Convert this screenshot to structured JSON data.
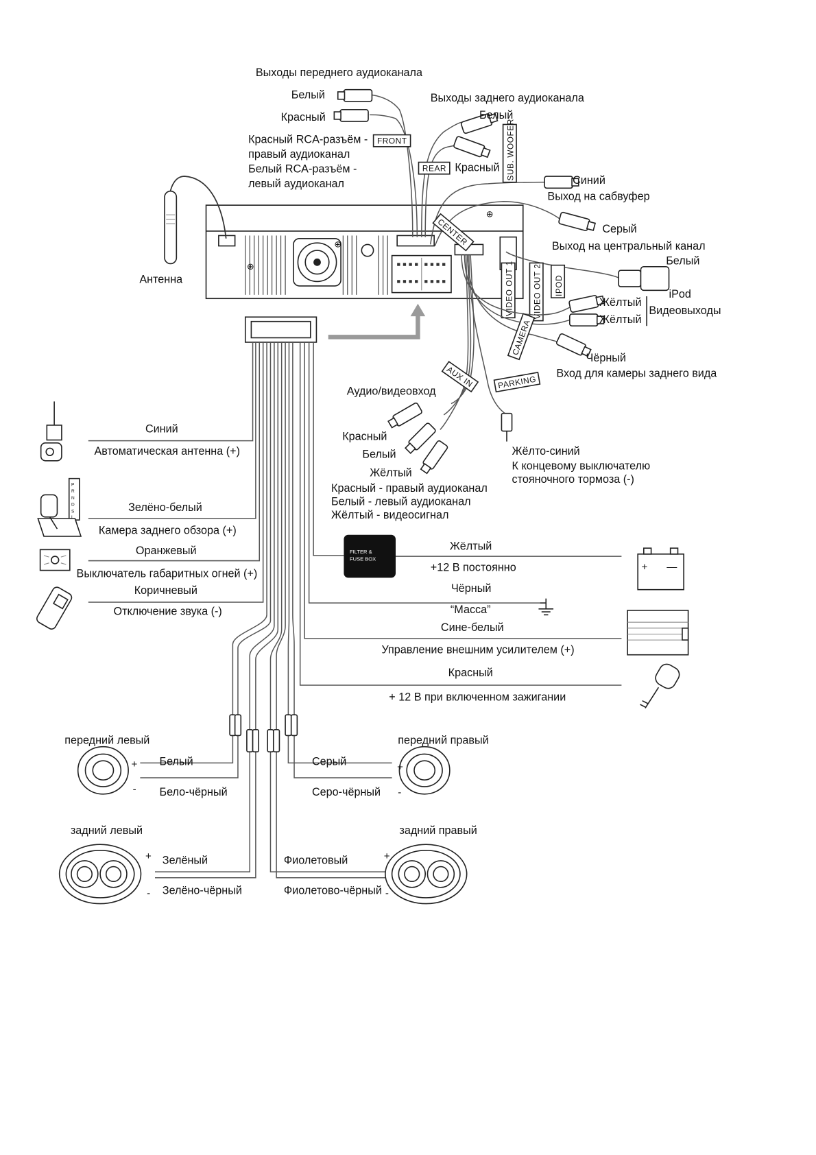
{
  "rca": {
    "front_title": "Выходы переднего аудиоканала",
    "front_white": "Белый",
    "front_red": "Красный",
    "front_tag": "FRONT",
    "front_note_1": "Красный RCA-разъём -",
    "front_note_2": "правый аудиоканал",
    "front_note_3": "Белый RCA-разъём -",
    "front_note_4": "левый аудиоканал",
    "rear_title": "Выходы заднего аудиоканала",
    "rear_white": "Белый",
    "rear_red": "Красный",
    "rear_tag": "REAR",
    "sub_tag": "SUB. WOOFER",
    "sub_color": "Синий",
    "sub_title": "Выход на сабвуфер",
    "center_tag": "CENTER",
    "center_color": "Серый",
    "center_title": "Выход на центральный канал",
    "ipod_color": "Белый",
    "ipod_tag": "IPOD",
    "ipod_title": "iPod",
    "video_out1_tag": "VIDEO OUT 1",
    "video_out2_tag": "VIDEO OUT 2",
    "video_yellow_1": "Жёлтый",
    "video_yellow_2": "Жёлтый",
    "video_title": "Видеовыходы",
    "camera_tag": "CAMERA",
    "camera_color": "Чёрный",
    "camera_title": "Вход для камеры заднего вида",
    "parking_tag": "PARKING",
    "parking_color": "Жёлто-синий",
    "parking_note_1": "К концевому выключателю",
    "parking_note_2": "стояночного тормоза (-)",
    "auxin_tag": "AUX IN",
    "auxin_title": "Аудио/видеовход",
    "auxin_red": "Красный",
    "auxin_white": "Белый",
    "auxin_yellow": "Жёлтый",
    "auxin_note_1": "Красный - правый аудиоканал",
    "auxin_note_2": "Белый  - левый аудиоканал",
    "auxin_note_3": "Жёлтый - видеосигнал"
  },
  "antenna": {
    "label": "Антенна"
  },
  "left_wires": [
    {
      "color": "Синий",
      "purpose": "Автоматическая антенна (+)"
    },
    {
      "color": "Зелёно-белый",
      "purpose": "Камера заднего обзора (+)"
    },
    {
      "color": "Оранжевый",
      "purpose": "Выключатель габаритных огней (+)"
    },
    {
      "color": "Коричневый",
      "purpose": "Отключение звука (-)"
    }
  ],
  "right_wires": [
    {
      "color": "Жёлтый",
      "purpose": "+12 В постоянно"
    },
    {
      "color": "Чёрный",
      "purpose": "“Масса”"
    },
    {
      "color": "Сине-белый",
      "purpose": "Управление внешним усилителем (+)"
    },
    {
      "color": "Красный",
      "purpose": "+ 12 В при включенном зажигании"
    }
  ],
  "fuse_box": {
    "line1": "FILTER  &",
    "line2": "FUSE BOX"
  },
  "battery": {
    "plus": "+",
    "minus": "—"
  },
  "gear_letters": {
    "p": "P",
    "r": "R",
    "n": "N",
    "d": "D",
    "s": "S",
    "l": "L"
  },
  "speakers": {
    "front_left": {
      "title": "передний левый",
      "pos": "Белый",
      "neg": "Бело-чёрный",
      "plus": "+",
      "minus": "-"
    },
    "front_right": {
      "title": "передний правый",
      "pos": "Серый",
      "neg": "Серо-чёрный",
      "plus": "+",
      "minus": "-"
    },
    "rear_left": {
      "title": "задний левый",
      "pos": "Зелёный",
      "neg": "Зелёно-чёрный",
      "plus": "+",
      "minus": "-"
    },
    "rear_right": {
      "title": "задний правый",
      "pos": "Фиолетовый",
      "neg": "Фиолетово-чёрный",
      "plus": "+",
      "minus": "-"
    }
  }
}
